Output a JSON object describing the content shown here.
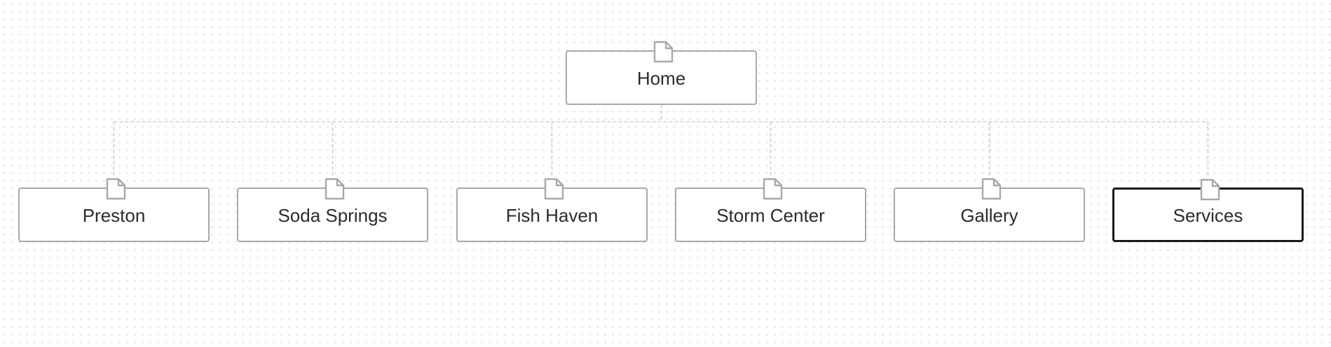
{
  "colors": {
    "node_border": "#a8a8a8",
    "selected_border": "#1a1a1a",
    "connector": "#cfcfcf",
    "text": "#2b2b2b",
    "background_dot": "#e6e6e6"
  },
  "sitemap": {
    "root": {
      "label": "Home",
      "icon": "page-icon"
    },
    "children": [
      {
        "label": "Preston",
        "icon": "page-icon",
        "selected": false
      },
      {
        "label": "Soda Springs",
        "icon": "page-icon",
        "selected": false
      },
      {
        "label": "Fish Haven",
        "icon": "page-icon",
        "selected": false
      },
      {
        "label": "Storm Center",
        "icon": "page-icon",
        "selected": false
      },
      {
        "label": "Gallery",
        "icon": "page-icon",
        "selected": false
      },
      {
        "label": "Services",
        "icon": "page-icon",
        "selected": true
      }
    ]
  }
}
